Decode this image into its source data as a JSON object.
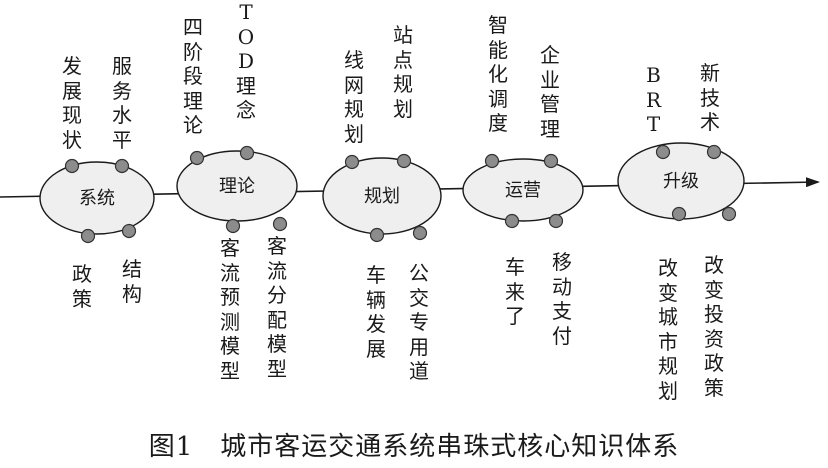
{
  "colors": {
    "ink": "#1a1a1a",
    "ellipse_fill": "#efefef",
    "dot_fill": "#8c8c8c",
    "background": "#ffffff"
  },
  "nodes": [
    {
      "id": "xitong",
      "label": "系统",
      "top": [
        "发展现状",
        "服务水平"
      ],
      "bottom": [
        "政策",
        "结构"
      ]
    },
    {
      "id": "lilun",
      "label": "理论",
      "top": [
        "四阶段理论",
        "TOD理念"
      ],
      "bottom": [
        "客流预测模型",
        "客流分配模型"
      ]
    },
    {
      "id": "guihua",
      "label": "规划",
      "top": [
        "线网规划",
        "站点规划"
      ],
      "bottom": [
        "车辆发展",
        "公交专用道"
      ]
    },
    {
      "id": "yunying",
      "label": "运营",
      "top": [
        "智能化调度",
        "企业管理"
      ],
      "bottom": [
        "车来了",
        "移动支付"
      ]
    },
    {
      "id": "shengji",
      "label": "升级",
      "top": [
        "BRT",
        "新技术"
      ],
      "bottom": [
        "改变城市规划",
        "改变投资政策"
      ]
    }
  ],
  "caption": "图1　城市客运交通系统串珠式核心知识体系"
}
